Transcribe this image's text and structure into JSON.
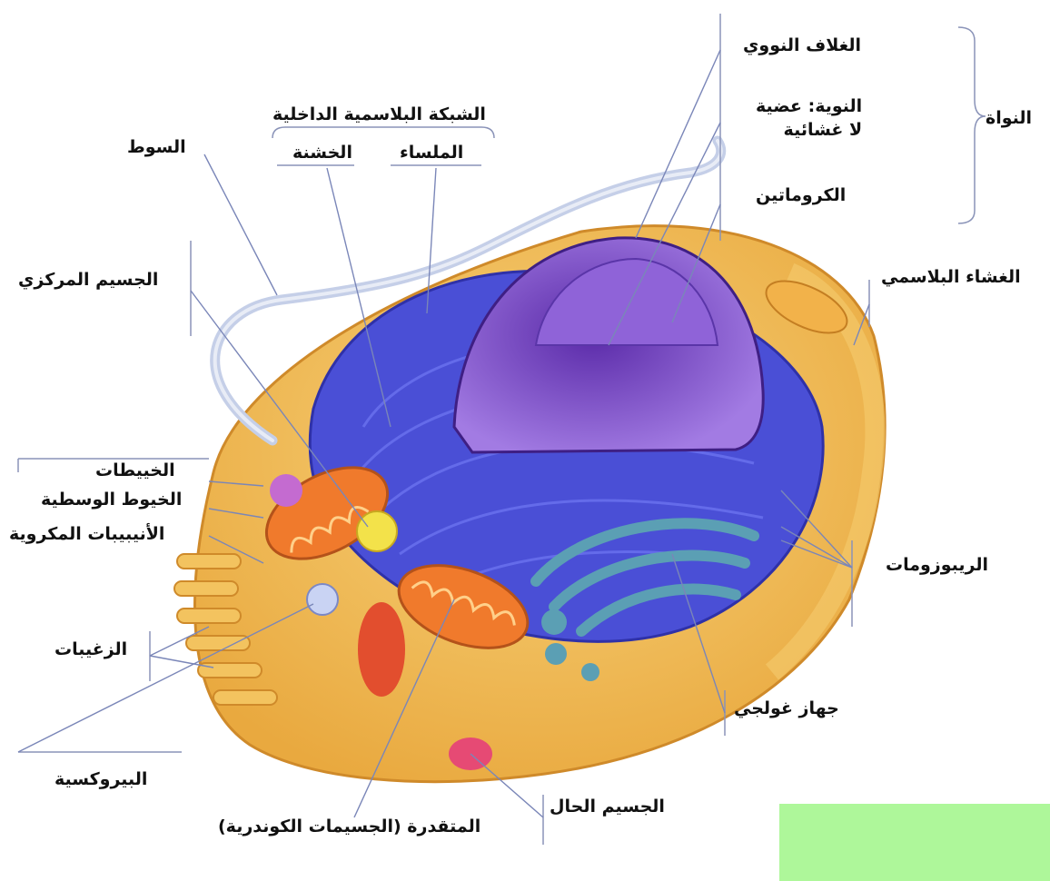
{
  "labels": {
    "nucleus": "النواة",
    "nuclear_envelope": "الغلاف النووي",
    "nucleolus": "النوية: عضية\nلا غشائية",
    "chromatin": "الكروماتين",
    "plasma_membrane": "الغشاء البلاسمي",
    "ribosomes": "الريبوزومات",
    "golgi": "جهاز غولجي",
    "lysosome": "الجسيم الحال",
    "mitochondria": "المتقدرة (الجسيمات الكوندرية)",
    "peroxisome": "البيروكسية",
    "microvilli": "الزغيبات",
    "microtubules": "الأنيبيبات المكروية",
    "intermediate_filaments": "الخيوط الوسطية",
    "microfilaments": "الخييطات",
    "centrosome": "الجسيم المركزي",
    "flagellum": "السوط",
    "er": "الشبكة البلاسمية الداخلية",
    "smooth_er": "الملساء",
    "rough_er": "الخشنة"
  },
  "colors": {
    "cytoplasm": "#f3c35f",
    "membrane": "#e59a2c",
    "er": "#4a4fd6",
    "nucleus": "#7a46c8",
    "mitochondria": "#f07a2c",
    "golgi": "#5b9fb4",
    "accent_box": "#aef79a"
  }
}
